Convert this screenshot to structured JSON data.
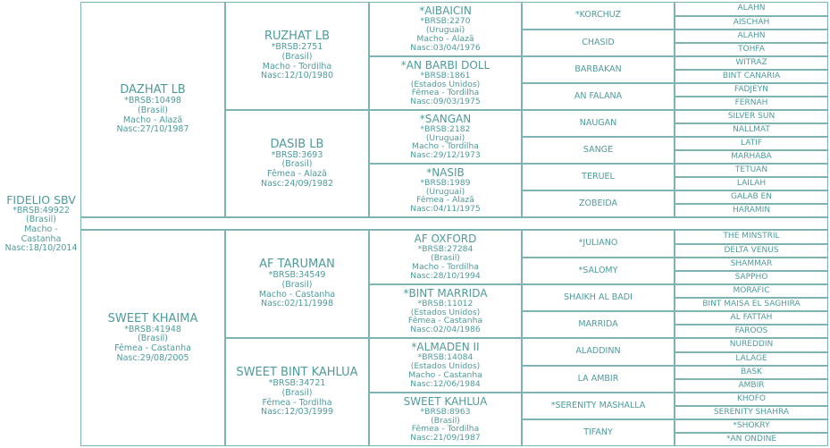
{
  "root": {
    "name": "FIDELIO SBV",
    "lines": [
      "*BRSB:49922",
      "(Brasil)",
      "Macho -",
      "Castanha",
      "Nasc:18/10/2014"
    ]
  },
  "sire": {
    "name": "DAZHAT LB",
    "lines": [
      "*BRSB:10498",
      "(Brasil)",
      "Macho  - Alazã",
      "Nasc:27/10/1987"
    ]
  },
  "dam": {
    "name": "SWEET KHAIMA",
    "lines": [
      "*BRSB:41948",
      "(Brasil)",
      "Fêmea  - Castanha",
      "Nasc:29/08/2005"
    ]
  },
  "gen2": [
    {
      "name": "RUZHAT LB",
      "lines": [
        "*BRSB:2751",
        "(Brasil)",
        "Macho  - Tordilha",
        "Nasc:12/10/1980"
      ]
    },
    {
      "name": "DASIB LB",
      "lines": [
        "*BRSB:3693",
        "(Brasil)",
        "Fêmea  - Alazã",
        "Nasc:24/09/1982"
      ]
    },
    {
      "name": "AF TARUMAN",
      "lines": [
        "*BRSB:34549",
        "(Brasil)",
        "Macho  - Castanha",
        "Nasc:02/11/1998"
      ]
    },
    {
      "name": "SWEET BINT KAHLUA",
      "lines": [
        "*BRSB:34721",
        "(Brasil)",
        "Fêmea  - Tordilha",
        "Nasc:12/03/1999"
      ]
    }
  ],
  "gen3": [
    {
      "name": "*AIBAICIN",
      "lines": [
        "*BRSB:2270",
        "(Uruguai)",
        "Macho  - Alazã",
        "Nasc:03/04/1976"
      ]
    },
    {
      "name": "*AN BARBI DOLL",
      "lines": [
        "*BRSB:1861",
        "(Estados Unidos)",
        "Fêmea  - Tordilha",
        "Nasc:09/03/1975"
      ]
    },
    {
      "name": "*SANGAN",
      "lines": [
        "*BRSB:2182",
        "(Uruguai)",
        "Macho  - Tordilha",
        "Nasc:29/12/1973"
      ]
    },
    {
      "name": "*NASIB",
      "lines": [
        "*BRSB:1989",
        "(Uruguai)",
        "Fêmea  - Alazã",
        "Nasc:04/11/1975"
      ]
    },
    {
      "name": "AF OXFORD",
      "lines": [
        "*BRSB:27284",
        "(Brasil)",
        "Macho  - Tordilha",
        "Nasc:28/10/1994"
      ]
    },
    {
      "name": "*BINT MARRIDA",
      "lines": [
        "*BRSB:11012",
        "(Estados Unidos)",
        "Fêmea  - Castanha",
        "Nasc:02/04/1986"
      ]
    },
    {
      "name": "*ALMADEN II",
      "lines": [
        "*BRSB:14084",
        "(Estados Unidos)",
        "Macho  - Castanha",
        "Nasc:12/06/1984"
      ]
    },
    {
      "name": "SWEET KAHLUA",
      "lines": [
        "*BRSB:8963",
        "(Brasil)",
        "Fêmea  - Tordilha",
        "Nasc:21/09/1987"
      ]
    }
  ],
  "gen4": [
    "*KORCHUZ",
    "CHASID",
    "BARBAKAN",
    "AN FALANA",
    "NAUGAN",
    "SANGE",
    "TERUEL",
    "ZOBEIDA",
    "*JULIANO",
    "*SALOMY",
    "SHAIKH AL BADI",
    "MARRIDA",
    "ALADDINN",
    "LA AMBIR",
    "*SERENITY MASHALLA",
    "TIFANY"
  ],
  "gen5": [
    "ALAHN",
    "AISCHAH",
    "ALAHN",
    "TOHFA",
    "WITRAZ",
    "BINT CANARIA",
    "FADJEYN",
    "FERNAH",
    "SILVER SUN",
    "NALLMAT",
    "LATIF",
    "MARHABA",
    "TETUAN",
    "LAILAH",
    "GALAB EN",
    "HARAMIN",
    "THE MINSTRIL",
    "DELTA VENUS",
    "SHAMMAR",
    "SAPPHO",
    "MORAFIC",
    "BINT MAISA EL SAGHIRA",
    "AL FATTAH",
    "FAROOS",
    "NUREDDIN",
    "LALAGE",
    "BASK",
    "AMBIR",
    "KHOFO",
    "SERENITY SHAHRA",
    "*SHOKRY",
    "*AN ONDINE"
  ],
  "colors": {
    "text": "#4f9b9b",
    "border": "#7fb3b3"
  }
}
